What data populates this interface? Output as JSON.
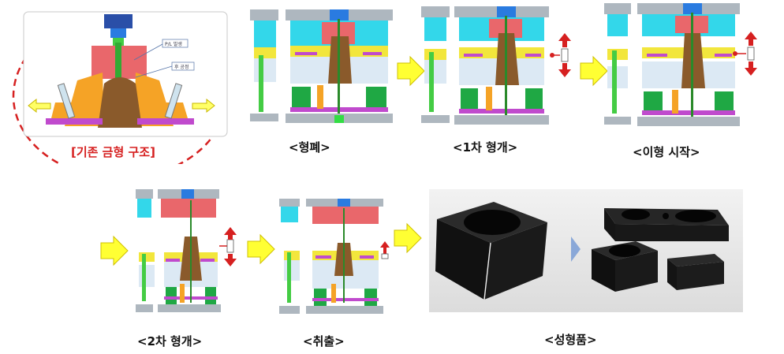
{
  "legacy": {
    "title": "[기존 금형 구조]",
    "callout_pl": "P/L 발생",
    "callout_undercut": "후 공정"
  },
  "steps": [
    {
      "id": "closed",
      "caption": "<형폐>"
    },
    {
      "id": "open1",
      "caption": "<1차  형개>"
    },
    {
      "id": "demold",
      "caption": "<이형 시작>"
    },
    {
      "id": "open2",
      "caption": "<2차 형개>"
    },
    {
      "id": "eject",
      "caption": "<취출>"
    },
    {
      "id": "product",
      "caption": "<성형품>"
    }
  ],
  "colors": {
    "legacy_border": "#d62020",
    "arrow": "#ffff33",
    "cavity": "#33d7ea",
    "core": "#e9676b",
    "plate_yellow": "#f2e63c",
    "ejector_green": "#1fa844",
    "product_brown": "#8a5a2b"
  }
}
